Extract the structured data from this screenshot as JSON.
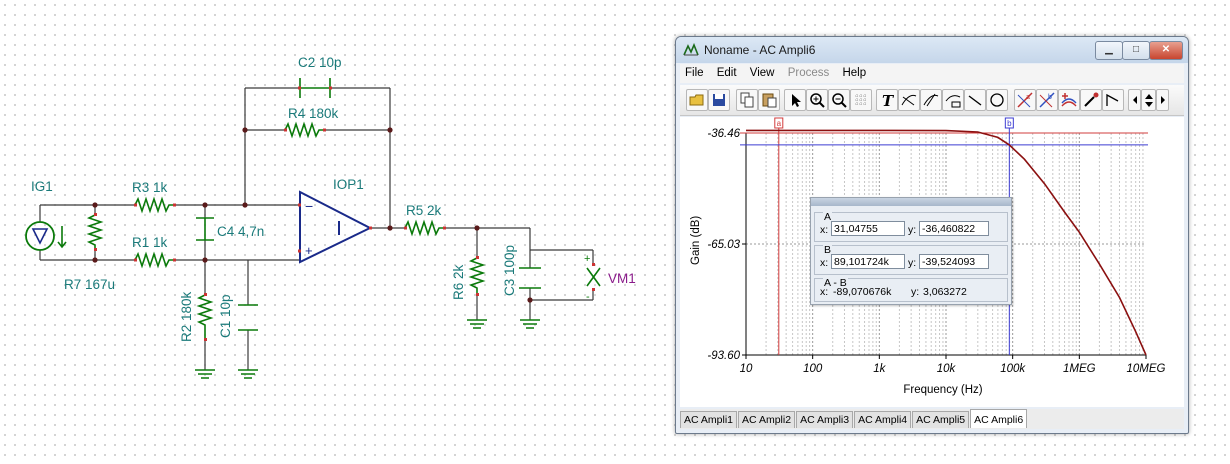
{
  "schematic": {
    "labels": {
      "ig1": "IG1",
      "r3": "R3 1k",
      "r1": "R1 1k",
      "c4": "C4 4,7n",
      "c2": "C2 10p",
      "r4": "R4 180k",
      "iop1": "IOP1",
      "r5": "R5 2k",
      "r6": "R6 2k",
      "c3": "C3 100p",
      "vm1": "VM1",
      "r7": "R7 167u",
      "r2": "R2 180k",
      "c1": "C1 10p",
      "opamp_minus": "−",
      "opamp_plus": "+",
      "vm_plus": "+",
      "vm_minus": "-"
    }
  },
  "window": {
    "title": "Noname - AC Ampli6",
    "controls": {
      "minimize": "▁",
      "maximize": "□",
      "close": "✕"
    },
    "menu": [
      {
        "label": "File",
        "enabled": true
      },
      {
        "label": "Edit",
        "enabled": true
      },
      {
        "label": "View",
        "enabled": true
      },
      {
        "label": "Process",
        "enabled": false
      },
      {
        "label": "Help",
        "enabled": true
      }
    ],
    "toolbar_icons": [
      "open-icon",
      "save-icon",
      "copy-icon",
      "paste-icon",
      "pointer-icon",
      "zoom-in-icon",
      "zoom-out-icon",
      "grid-icon",
      "text-icon",
      "tangent-icon",
      "tangent2-icon",
      "curve-label-icon",
      "line-icon",
      "ellipse-icon",
      "cursor-a-icon",
      "cursor-b-icon",
      "add-curve-icon",
      "marker-icon",
      "polyline-icon",
      "scroll-left-icon",
      "scroll-updown-icon",
      "scroll-right-icon"
    ],
    "tabs": [
      {
        "label": "AC Ampli1",
        "active": false
      },
      {
        "label": "AC Ampli2",
        "active": false
      },
      {
        "label": "AC Ampli3",
        "active": false
      },
      {
        "label": "AC Ampli4",
        "active": false
      },
      {
        "label": "AC Ampli5",
        "active": false
      },
      {
        "label": "AC Ampli6",
        "active": true
      }
    ]
  },
  "readout": {
    "cursor_a": {
      "title": "A",
      "x_label": "x:",
      "x": "31,04755",
      "y_label": "y:",
      "y": "-36,460822"
    },
    "cursor_b": {
      "title": "B",
      "x_label": "x:",
      "x": "89,101724k",
      "y_label": "y:",
      "y": "-39,524093"
    },
    "diff": {
      "title": "A - B",
      "x_label": "x:",
      "x": "-89,070676k",
      "y_label": "y:",
      "y": "3,063272"
    }
  },
  "cursor_markers": {
    "a": "a",
    "b": "b"
  },
  "colors": {
    "curve": "#8b1010",
    "cursor_a": "#d23c3c",
    "cursor_b": "#3c3cd2",
    "component": "#0a7a0a",
    "opamp": "#1a2a8a"
  },
  "chart_data": {
    "type": "line",
    "xlabel": "Frequency (Hz)",
    "ylabel": "Gain (dB)",
    "x_scale": "log",
    "xlim": [
      10,
      10000000
    ],
    "ylim": [
      -93.6,
      -36.46
    ],
    "x_ticks": [
      {
        "value": 10,
        "label": "10"
      },
      {
        "value": 100,
        "label": "100"
      },
      {
        "value": 1000,
        "label": "1k"
      },
      {
        "value": 10000,
        "label": "10k"
      },
      {
        "value": 100000,
        "label": "100k"
      },
      {
        "value": 1000000,
        "label": "1MEG"
      },
      {
        "value": 10000000,
        "label": "10MEG"
      }
    ],
    "y_ticks": [
      {
        "value": -36.46,
        "label": "-36.46"
      },
      {
        "value": -65.03,
        "label": "-65.03"
      },
      {
        "value": -93.6,
        "label": "-93.60"
      }
    ],
    "grid": true,
    "series": [
      {
        "x": [
          10,
          100,
          1000,
          10000,
          30000,
          60000,
          89101.724,
          150000,
          300000,
          600000,
          1000000,
          2000000,
          4000000,
          7000000,
          10000000
        ],
        "values": [
          -35.8,
          -35.8,
          -35.8,
          -35.85,
          -36.2,
          -37.6,
          -39.52,
          -43.2,
          -49.5,
          -56.8,
          -62.0,
          -70.2,
          -78.8,
          -87.6,
          -93.6
        ]
      }
    ],
    "cursors": [
      {
        "name": "a",
        "x": 31.04755,
        "y": -36.460822
      },
      {
        "name": "b",
        "x": 89101.724,
        "y": -39.524093
      }
    ]
  }
}
